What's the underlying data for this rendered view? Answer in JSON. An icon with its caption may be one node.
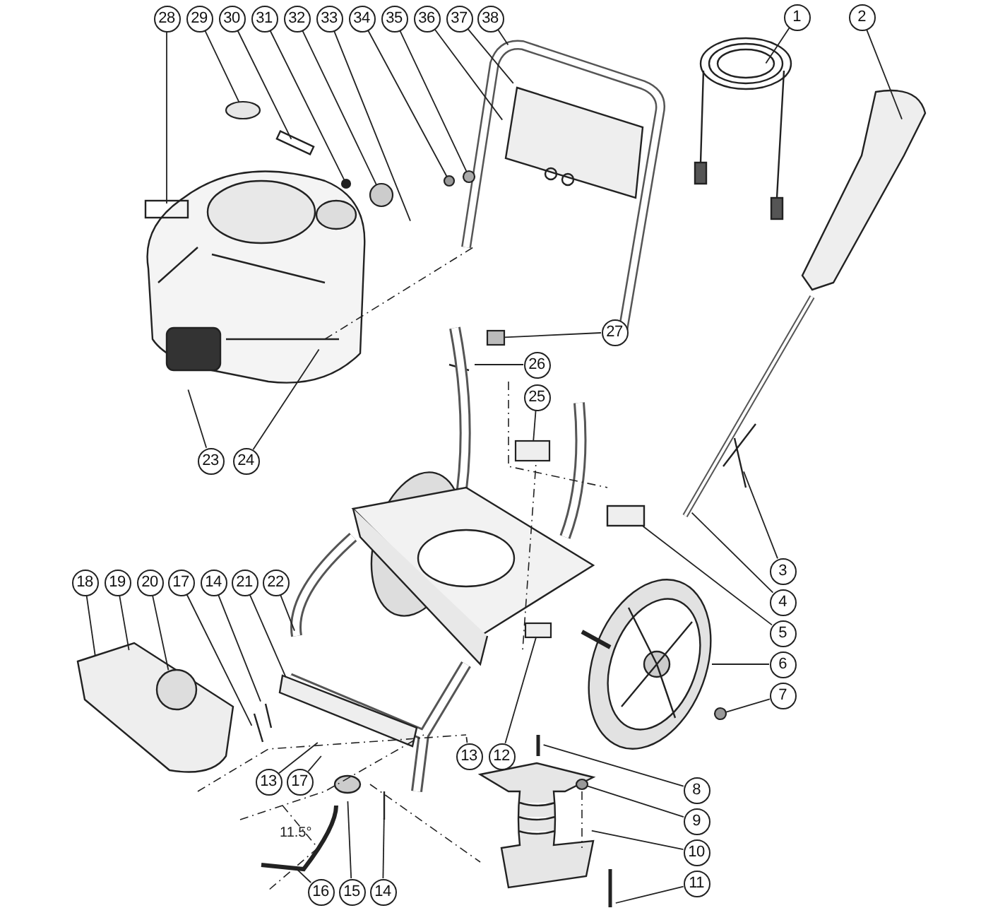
{
  "diagram": {
    "nodes": [
      {
        "text": [
          "28"
        ]
      },
      {
        "text": [
          "29"
        ]
      },
      {
        "text": [
          "30"
        ]
      },
      {
        "text": [
          "31"
        ]
      },
      {
        "text": [
          "32"
        ]
      },
      {
        "text": [
          "33"
        ]
      },
      {
        "text": [
          "34"
        ]
      },
      {
        "text": [
          "35"
        ]
      },
      {
        "text": [
          "36"
        ]
      },
      {
        "text": [
          "37"
        ]
      },
      {
        "text": [
          "38"
        ]
      },
      {
        "text": [
          "1"
        ]
      },
      {
        "text": [
          "2"
        ]
      },
      {
        "text": [
          "27"
        ]
      },
      {
        "text": [
          "26"
        ]
      },
      {
        "text": [
          "25"
        ]
      },
      {
        "text": [
          "23"
        ]
      },
      {
        "text": [
          "24"
        ]
      },
      {
        "text": [
          "3"
        ]
      },
      {
        "text": [
          "18"
        ]
      },
      {
        "text": [
          "19"
        ]
      },
      {
        "text": [
          "20"
        ]
      },
      {
        "text": [
          "17"
        ]
      },
      {
        "text": [
          "14"
        ]
      },
      {
        "text": [
          "21"
        ]
      },
      {
        "text": [
          "22"
        ]
      },
      {
        "text": [
          "4"
        ]
      },
      {
        "text": [
          "5"
        ]
      },
      {
        "text": [
          "6"
        ]
      },
      {
        "text": [
          "7"
        ]
      },
      {
        "text": [
          "13"
        ]
      },
      {
        "text": [
          "12"
        ]
      },
      {
        "text": [
          "13"
        ]
      },
      {
        "text": [
          "17"
        ]
      },
      {
        "text": [
          "8"
        ]
      },
      {
        "text": [
          "9"
        ]
      },
      {
        "text": [
          "10"
        ]
      },
      {
        "text": [
          "11"
        ]
      },
      {
        "text": [
          "16"
        ]
      },
      {
        "text": [
          "15"
        ]
      },
      {
        "text": [
          "14"
        ]
      },
      {
        "text": [],
        "shape": "circle"
      },
      {
        "text": [],
        "shape": "circle"
      },
      {
        "text": [],
        "shape": "circle"
      },
      {
        "text": [],
        "shape": "circle"
      },
      {
        "text": [],
        "shape": "circle"
      },
      {
        "text": [],
        "shape": "box"
      },
      {
        "text": [],
        "shape": "box"
      },
      {
        "text": [],
        "shape": "box"
      },
      {
        "text": [],
        "shape": "circle"
      },
      {
        "text": [],
        "shape": "circle"
      }
    ],
    "edges": [
      {
        "from": 0,
        "to": null,
        "arrow": "none"
      },
      {
        "from": 1,
        "to": 41,
        "arrow": "none"
      },
      {
        "from": 2,
        "to": null,
        "arrow": "none"
      },
      {
        "from": 3,
        "to": 42,
        "arrow": "none"
      },
      {
        "from": 4,
        "to": 43,
        "arrow": "none"
      },
      {
        "from": 5,
        "to": null,
        "arrow": "none"
      },
      {
        "from": 6,
        "to": 44,
        "arrow": "none"
      },
      {
        "from": 7,
        "to": 45,
        "arrow": "none"
      },
      {
        "from": 8,
        "to": null,
        "arrow": "none"
      },
      {
        "from": 9,
        "to": null,
        "arrow": "none"
      },
      {
        "from": 10,
        "to": null,
        "arrow": "none"
      },
      {
        "from": 11,
        "to": null,
        "arrow": "none"
      },
      {
        "from": 12,
        "to": null,
        "arrow": "none"
      },
      {
        "from": 13,
        "to": 46,
        "arrow": "none"
      },
      {
        "from": 14,
        "to": null,
        "arrow": "none"
      },
      {
        "from": 15,
        "to": 47,
        "arrow": "none"
      },
      {
        "from": 16,
        "to": null,
        "arrow": "none"
      },
      {
        "from": 17,
        "to": null,
        "arrow": "none"
      },
      {
        "from": 18,
        "to": null,
        "arrow": "none"
      },
      {
        "from": 19,
        "to": null,
        "arrow": "none"
      },
      {
        "from": 20,
        "to": null,
        "arrow": "none"
      },
      {
        "from": 21,
        "to": null,
        "arrow": "none"
      },
      {
        "from": 22,
        "to": null,
        "arrow": "none"
      },
      {
        "from": 23,
        "to": null,
        "arrow": "none"
      },
      {
        "from": 24,
        "to": null,
        "arrow": "none"
      },
      {
        "from": 25,
        "to": null,
        "arrow": "none"
      },
      {
        "from": 26,
        "to": null,
        "arrow": "none"
      },
      {
        "from": 27,
        "to": null,
        "arrow": "none"
      },
      {
        "from": 28,
        "to": null,
        "arrow": "none"
      },
      {
        "from": 29,
        "to": 49,
        "arrow": "none"
      },
      {
        "from": 30,
        "to": null,
        "arrow": "none"
      },
      {
        "from": 31,
        "to": 48,
        "arrow": "none"
      },
      {
        "from": 32,
        "to": null,
        "arrow": "none"
      },
      {
        "from": 33,
        "to": null,
        "arrow": "none"
      },
      {
        "from": 34,
        "to": null,
        "arrow": "none"
      },
      {
        "from": 35,
        "to": 50,
        "arrow": "none"
      },
      {
        "from": 36,
        "to": null,
        "arrow": "none"
      },
      {
        "from": 37,
        "to": null,
        "arrow": "none"
      },
      {
        "from": 38,
        "to": null,
        "arrow": "none"
      },
      {
        "from": 39,
        "to": null,
        "arrow": "none"
      },
      {
        "from": 40,
        "to": null,
        "arrow": "none"
      }
    ],
    "labels": [
      "11.5°"
    ]
  }
}
